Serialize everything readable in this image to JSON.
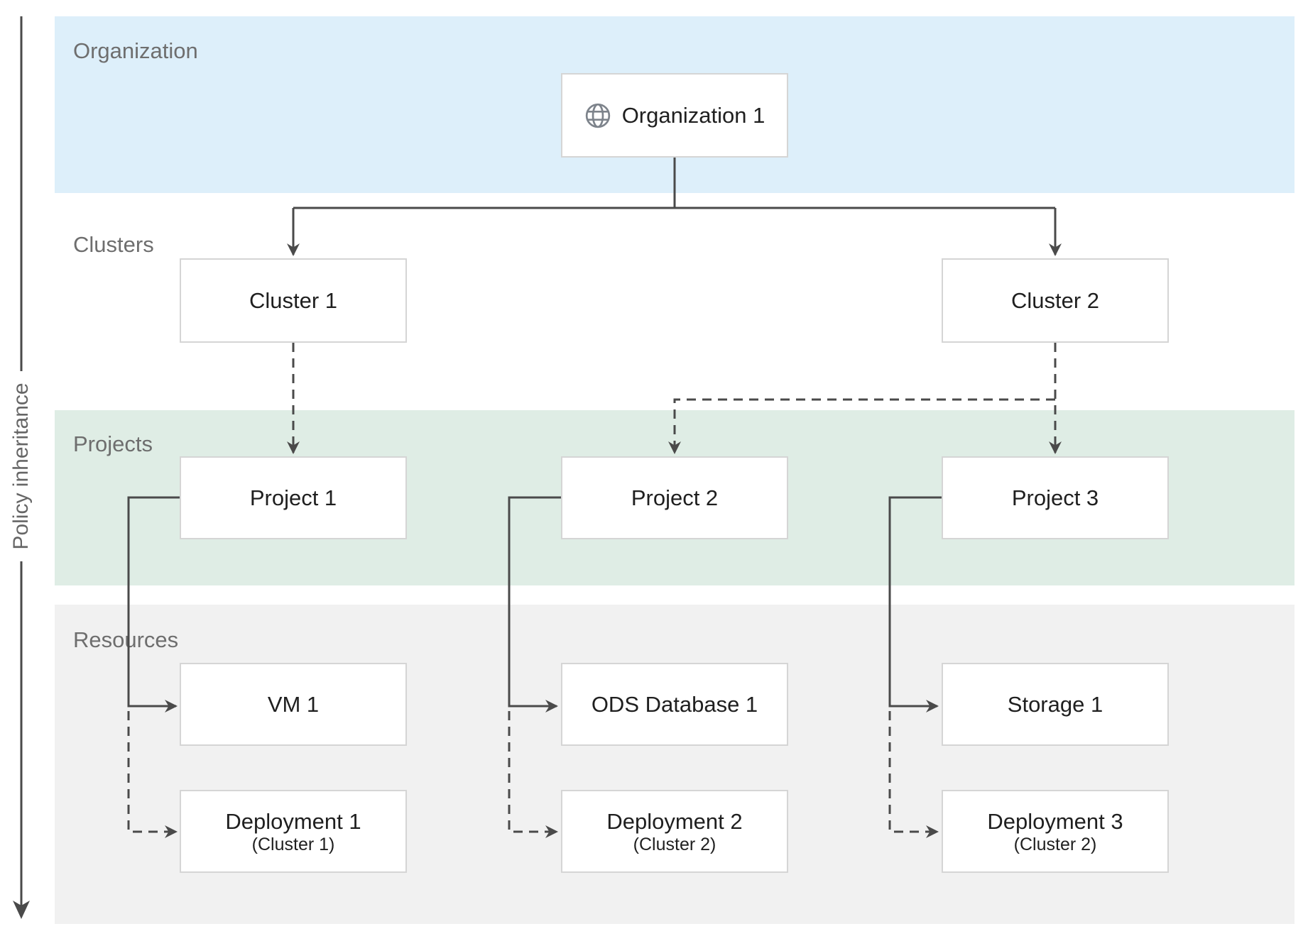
{
  "policy": {
    "label": "Policy inheritance"
  },
  "bands": {
    "organization": "Organization",
    "clusters": "Clusters",
    "projects": "Projects",
    "resources": "Resources"
  },
  "nodes": {
    "organization1": {
      "label": "Organization 1",
      "icon": "globe-icon"
    },
    "cluster1": {
      "label": "Cluster 1"
    },
    "cluster2": {
      "label": "Cluster 2"
    },
    "project1": {
      "label": "Project 1"
    },
    "project2": {
      "label": "Project 2"
    },
    "project3": {
      "label": "Project 3"
    },
    "vm1": {
      "label": "VM 1"
    },
    "ods_database1": {
      "label": "ODS Database 1"
    },
    "storage1": {
      "label": "Storage 1"
    },
    "deployment1": {
      "label": "Deployment 1",
      "sublabel": "(Cluster 1)"
    },
    "deployment2": {
      "label": "Deployment 2",
      "sublabel": "(Cluster 2)"
    },
    "deployment3": {
      "label": "Deployment 3",
      "sublabel": "(Cluster 2)"
    }
  },
  "colors": {
    "band_organization": "#ddeffa",
    "band_projects": "#dfede5",
    "band_resources": "#f1f1f1",
    "band_label": "#6e6e6e",
    "node_fill": "#ffffff",
    "node_border": "#d5d5d5",
    "node_text": "#1f1f1f",
    "connector": "#4a4a4a",
    "globe": "#7d838b"
  }
}
